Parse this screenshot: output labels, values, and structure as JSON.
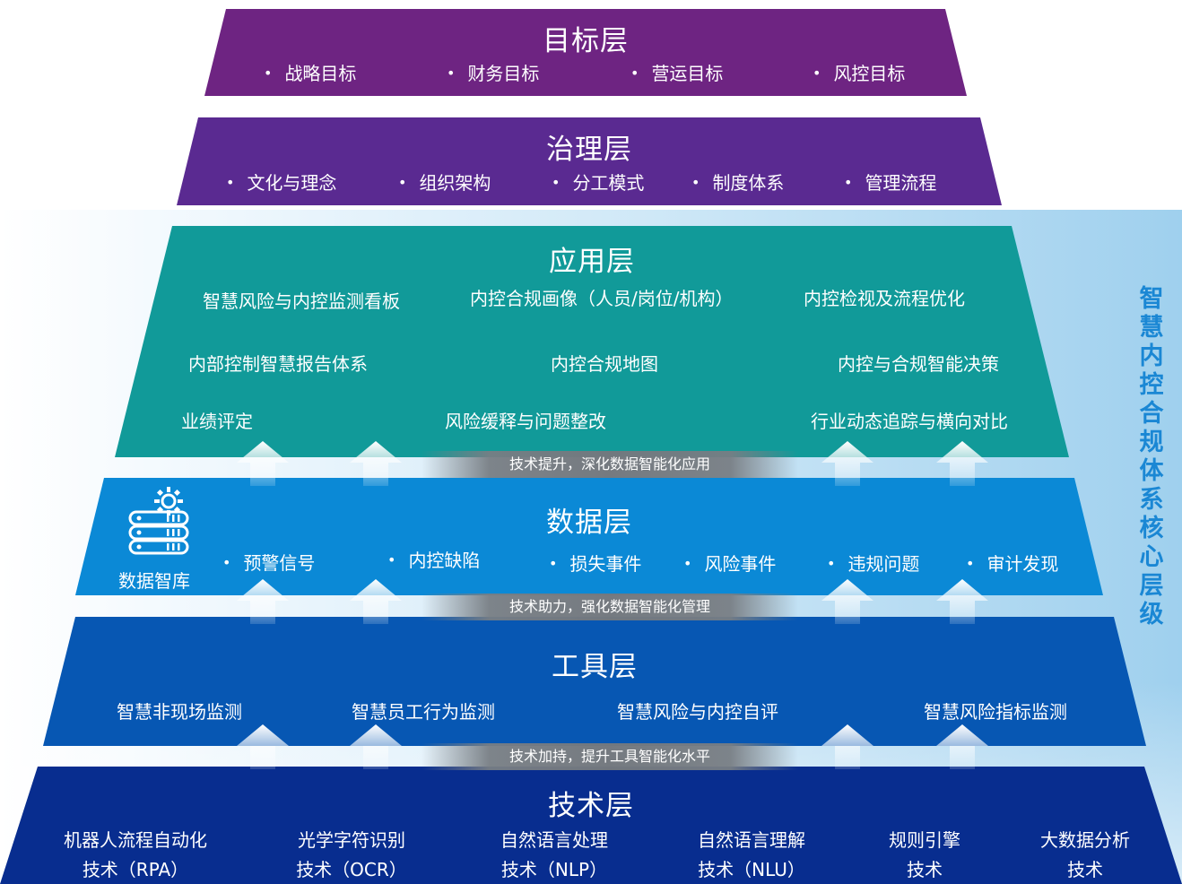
{
  "side_title": "智慧内控合规体系核心层级",
  "goal_layer": {
    "title": "目标层",
    "items": [
      "战略目标",
      "财务目标",
      "营运目标",
      "风控目标"
    ]
  },
  "governance_layer": {
    "title": "治理层",
    "items": [
      "文化与理念",
      "组织架构",
      "分工模式",
      "制度体系",
      "管理流程"
    ]
  },
  "application_layer": {
    "title": "应用层",
    "items": [
      "智慧风险与内控监测看板",
      "内控合规画像（人员/岗位/机构）",
      "内控检视及流程优化",
      "内部控制智慧报告体系",
      "内控合规地图",
      "内控与合规智能决策",
      "业绩评定",
      "风险缓释与问题整改",
      "行业动态追踪与横向对比"
    ]
  },
  "banners": {
    "app_data": "技术提升，深化数据智能化应用",
    "data_tool": "技术助力，强化数据智能化管理",
    "tool_tech": "技术加持，提升工具智能化水平"
  },
  "data_layer": {
    "title": "数据层",
    "warehouse_label": "数据智库",
    "icon": "database-gear-icon",
    "items": [
      "预警信号",
      "内控缺陷",
      "损失事件",
      "风险事件",
      "违规问题",
      "审计发现"
    ]
  },
  "tool_layer": {
    "title": "工具层",
    "items": [
      "智慧非现场监测",
      "智慧员工行为监测",
      "智慧风险与内控自评",
      "智慧风险指标监测"
    ]
  },
  "tech_layer": {
    "title": "技术层",
    "items": [
      {
        "line1": "机器人流程自动化",
        "line2": "技术（RPA）"
      },
      {
        "line1": "光学字符识别",
        "line2": "技术（OCR）"
      },
      {
        "line1": "自然语言处理",
        "line2": "技术（NLP）"
      },
      {
        "line1": "自然语言理解",
        "line2": "技术（NLU）"
      },
      {
        "line1": "规则引擎",
        "line2": "技术"
      },
      {
        "line1": "大数据分析",
        "line2": "技术"
      }
    ]
  },
  "colors": {
    "goal": "#6e2482",
    "governance": "#5a2a91",
    "application": "#119a99",
    "data": "#0b89d6",
    "tool": "#0757b3",
    "tech": "#082d8f",
    "side_title": "#1a87d4"
  }
}
